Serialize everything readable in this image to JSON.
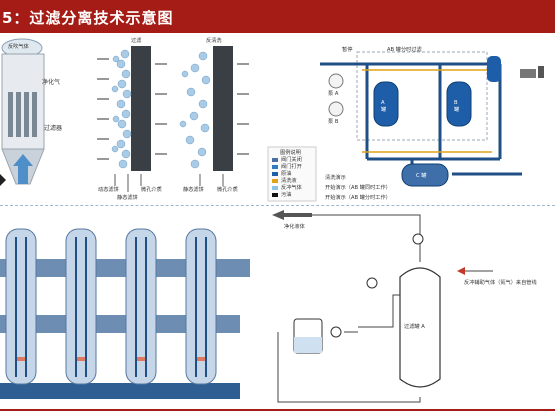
{
  "title": "5：过滤分离技术示意图",
  "panel_a": {
    "top_label": "反吹气体",
    "mid_label": "净化气",
    "filter_label": "过滤器"
  },
  "panel_b": {
    "header_filter": "过滤",
    "header_backwash": "反清洗",
    "label_dynamic_cake": "动态滤饼",
    "label_static_cake": "静态滤饼",
    "label_media": "微孔介质",
    "label_media2": "微孔介质",
    "label_static_cake2": "静态滤饼"
  },
  "panel_c": {
    "pause": "暂停",
    "ab_title": "AB 罐分时过滤",
    "tank_a": "A\n罐",
    "tank_b": "B\n罐",
    "tank_c": "C 罐",
    "pump_a": "泵 A",
    "pump_b": "泵 B",
    "legend_title": "图例说明",
    "legend": [
      "阀门关闭",
      "阀门打开",
      "原油",
      "清洗液",
      "反冲气体",
      "污油"
    ],
    "legend_colors": [
      "#4a6fa5",
      "#2f7cc1",
      "#1e5ea8",
      "#e0a21a",
      "#8bc2e8",
      "#111111"
    ],
    "demo1": "清洗演示",
    "demo2": "开始演示（AB 罐同时工作）",
    "demo3": "开始演示（AB 罐分时工作）"
  },
  "panel_d": {
    "purified_liquid": "净化液体",
    "backwash_gas": "反冲辅助气体（氮气）来自管线",
    "filter_tank": "过滤罐 A"
  },
  "colors": {
    "brand_red": "#a51c16",
    "pipe_blue": "#1f4f86",
    "tank_blue": "#1e5ea8"
  }
}
